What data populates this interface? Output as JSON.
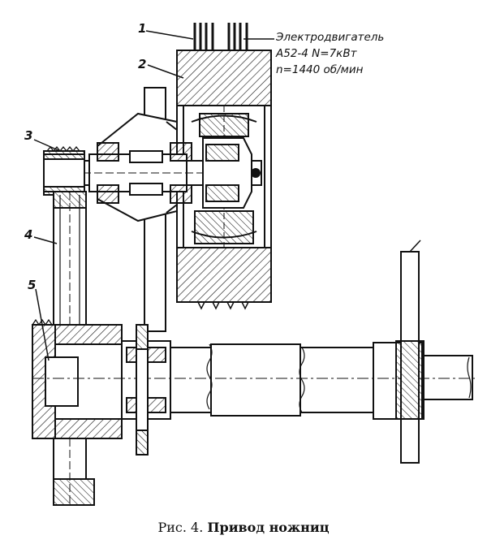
{
  "callouts": [
    "1",
    "2",
    "3",
    "4",
    "5"
  ],
  "motor_label": {
    "line1": "Электродвигатель",
    "line2": "А52-4  N=7кВт",
    "line3": "n=1440 об/мин"
  },
  "caption": {
    "prefix": "Рис. 4.",
    "title": "Привод ножниц"
  }
}
